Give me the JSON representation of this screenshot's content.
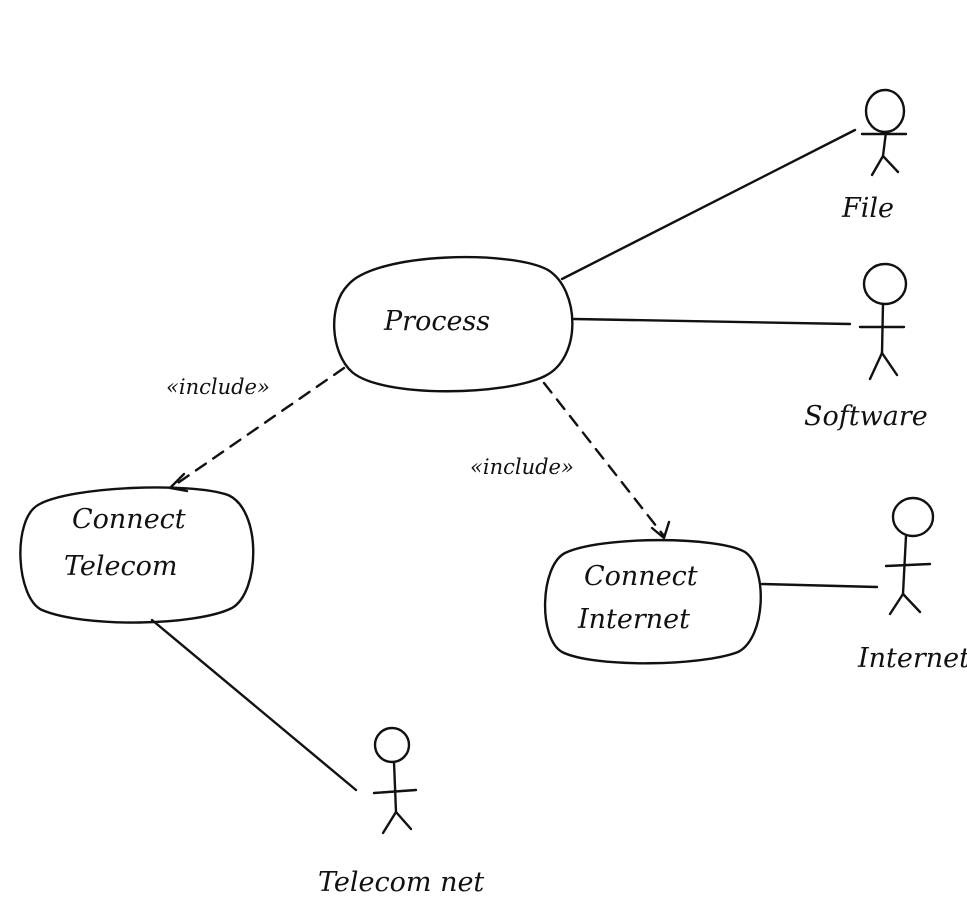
{
  "diagram": {
    "use_cases": {
      "process": "Process",
      "connect_telecom": [
        "Connect",
        "Telecom"
      ],
      "connect_internet": [
        "Connect",
        "Internet"
      ]
    },
    "actors": {
      "file": "File",
      "software": "Software",
      "internet": "Internet",
      "telecom_net": "Telecom net"
    },
    "stereotypes": {
      "include_left": "«include»",
      "include_right": "«include»"
    }
  }
}
